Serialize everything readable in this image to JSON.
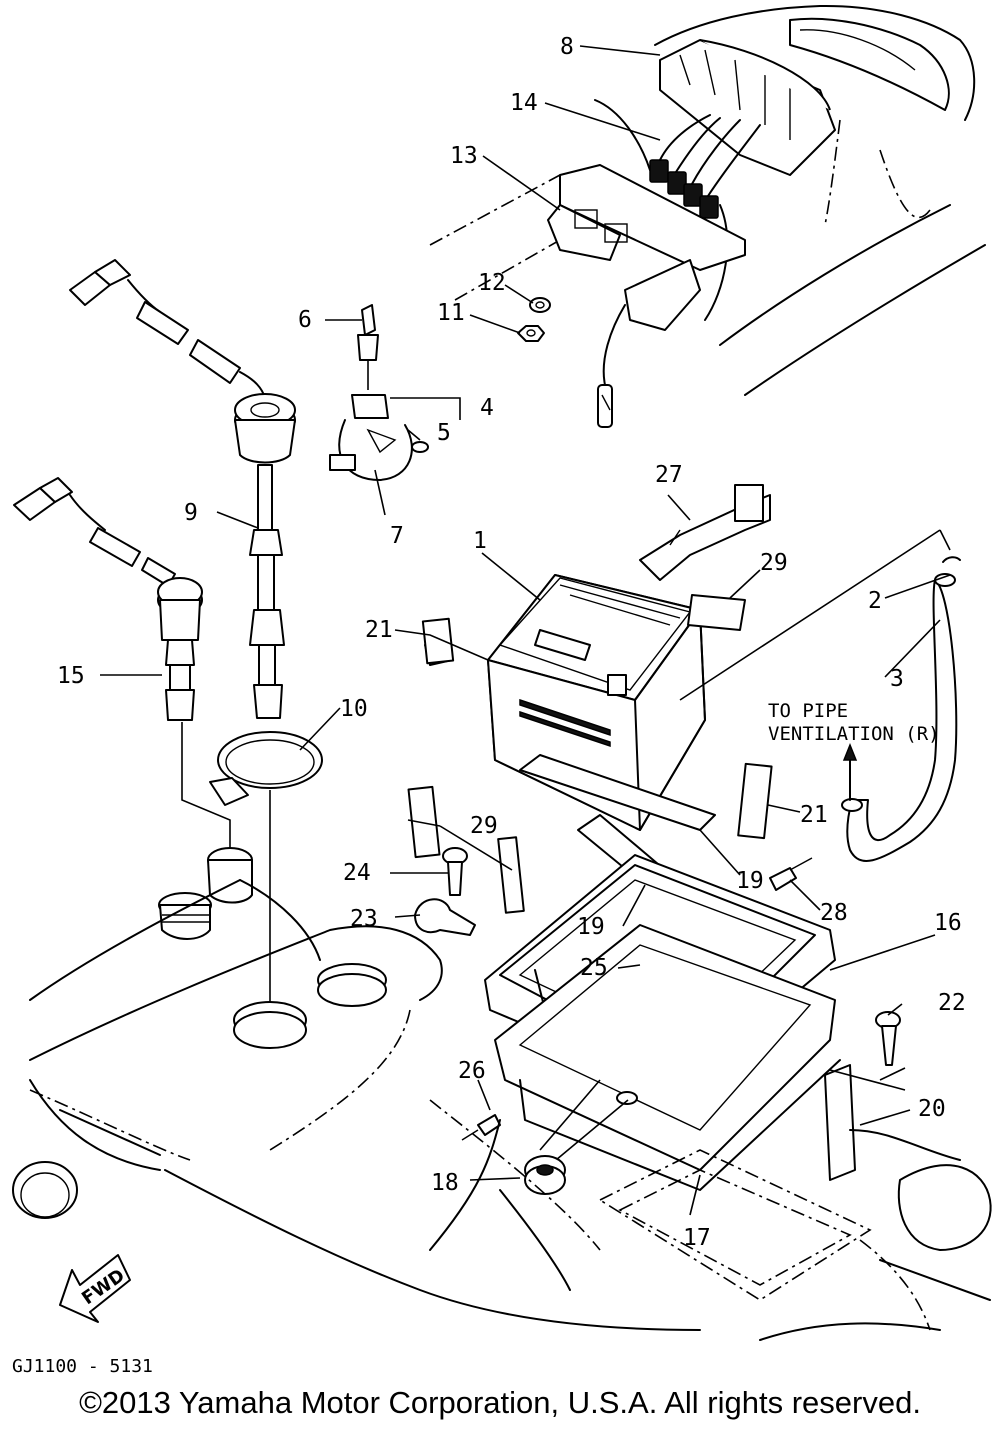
{
  "diagram": {
    "callouts": {
      "c1": "1",
      "c2": "2",
      "c3": "3",
      "c4": "4",
      "c5": "5",
      "c6": "6",
      "c7": "7",
      "c8": "8",
      "c9": "9",
      "c10": "10",
      "c11": "11",
      "c12": "12",
      "c13": "13",
      "c14": "14",
      "c15": "15",
      "c16": "16",
      "c17": "17",
      "c18": "18",
      "c19a": "19",
      "c19b": "19",
      "c20": "20",
      "c21a": "21",
      "c21b": "21",
      "c22": "22",
      "c23": "23",
      "c24": "24",
      "c25": "25",
      "c26": "26",
      "c27": "27",
      "c28": "28",
      "c29a": "29",
      "c29b": "29"
    },
    "note_line1": "TO PIPE",
    "note_line2": "VENTILATION (R)",
    "fwd_label": "FWD",
    "drawing_code": "GJ1100 - 5131"
  },
  "footer": {
    "copyright": "©2013 Yamaha Motor Corporation, U.S.A. All rights reserved."
  }
}
